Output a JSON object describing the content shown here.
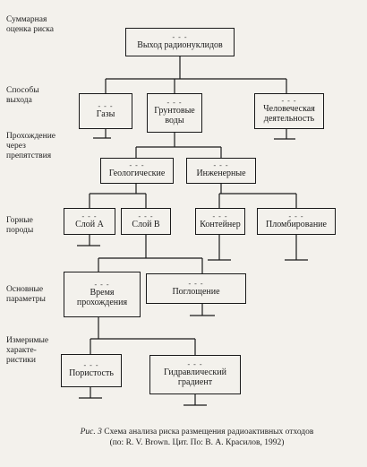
{
  "rows": {
    "summary": "Суммарная\nоценка риска",
    "methods": "Способы\nвыхода",
    "barriers": "Прохождение\nчерез\nпрепятствия",
    "rocks": "Горные\nпороды",
    "params": "Основные\nпараметры",
    "measurable": "Измеримые\nхаракте-\nристики"
  },
  "boxes": {
    "top": "Выход радионуклидов",
    "gases": "Газы",
    "groundwater": "Грунтовые\nводы",
    "human": "Человеческая\nдеятельность",
    "geological": "Геологические",
    "engineering": "Инженерные",
    "layer_a": "Слой А",
    "layer_b": "Слой В",
    "container": "Контейнер",
    "sealing": "Пломбирование",
    "passage_time": "Время\nпрохождения",
    "absorption": "Поглощение",
    "porosity": "Пористость",
    "hydraulic": "Гидравлический\nградиент"
  },
  "dash_marker": "- - -",
  "caption": {
    "fig_label": "Рис. 3",
    "line1": "Схема анализа риска размещения радиоактивных отходов",
    "line2": "(по: R. V. Brown. Цит. По: В. А. Красилов, 1992)"
  }
}
